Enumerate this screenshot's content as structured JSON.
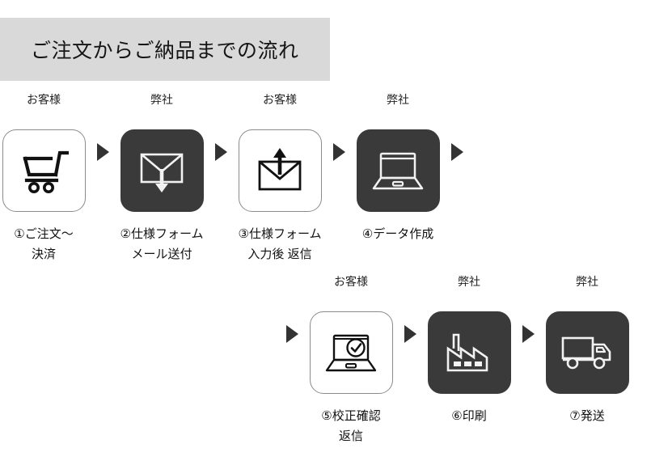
{
  "header": {
    "title": "ご注文からご納品までの流れ",
    "band_color": "#d9d9d9"
  },
  "theme": {
    "dark_box": "#3a3a3a",
    "light_box": "#ffffff",
    "border": "#8b8b8b",
    "arrow": "#333333",
    "text": "#111111"
  },
  "roles": {
    "customer": "お客様",
    "company": "弊社"
  },
  "arrow_glyph": "▶",
  "rows": [
    {
      "steps": [
        {
          "role": "お客様",
          "style": "light",
          "icon": "shopping-cart-icon",
          "caption_lines": [
            "①ご注文〜",
            "決済"
          ]
        },
        {
          "role": "弊社",
          "style": "dark",
          "icon": "envelope-download-icon",
          "caption_lines": [
            "②仕様フォーム",
            "メール送付"
          ]
        },
        {
          "role": "お客様",
          "style": "light",
          "icon": "envelope-upload-icon",
          "caption_lines": [
            "③仕様フォーム",
            "入力後 返信"
          ]
        },
        {
          "role": "弊社",
          "style": "dark",
          "icon": "laptop-icon",
          "caption_lines": [
            "④データ作成"
          ]
        }
      ]
    },
    {
      "steps": [
        {
          "role": "お客様",
          "style": "light",
          "icon": "laptop-check-icon",
          "caption_lines": [
            "⑤校正確認",
            "返信"
          ]
        },
        {
          "role": "弊社",
          "style": "dark",
          "icon": "factory-icon",
          "caption_lines": [
            "⑥印刷"
          ]
        },
        {
          "role": "弊社",
          "style": "dark",
          "icon": "truck-icon",
          "caption_lines": [
            "⑦発送"
          ]
        }
      ]
    }
  ]
}
